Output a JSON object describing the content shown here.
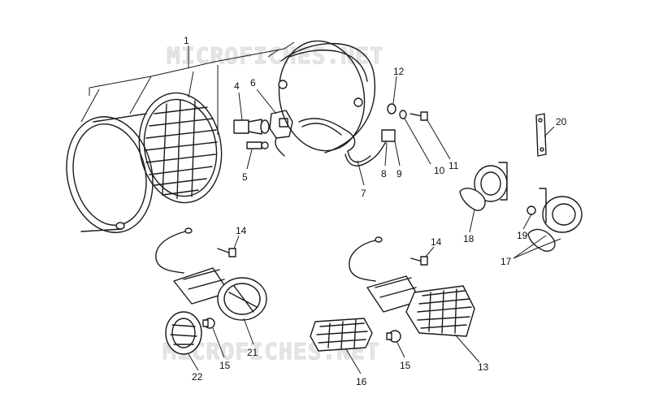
{
  "watermark": {
    "top": "MICROFICHES.NET",
    "bottom": "MICROFICHES.NET"
  },
  "callouts": {
    "c1": "1",
    "c4": "4",
    "c5": "5",
    "c6": "6",
    "c7": "7",
    "c8": "8",
    "c9": "9",
    "c10": "10",
    "c11": "11",
    "c12": "12",
    "c13": "13",
    "c14a": "14",
    "c14b": "14",
    "c15a": "15",
    "c15b": "15",
    "c16": "16",
    "c17": "17",
    "c18": "18",
    "c19": "19",
    "c20": "20",
    "c21": "21",
    "c22": "22"
  }
}
